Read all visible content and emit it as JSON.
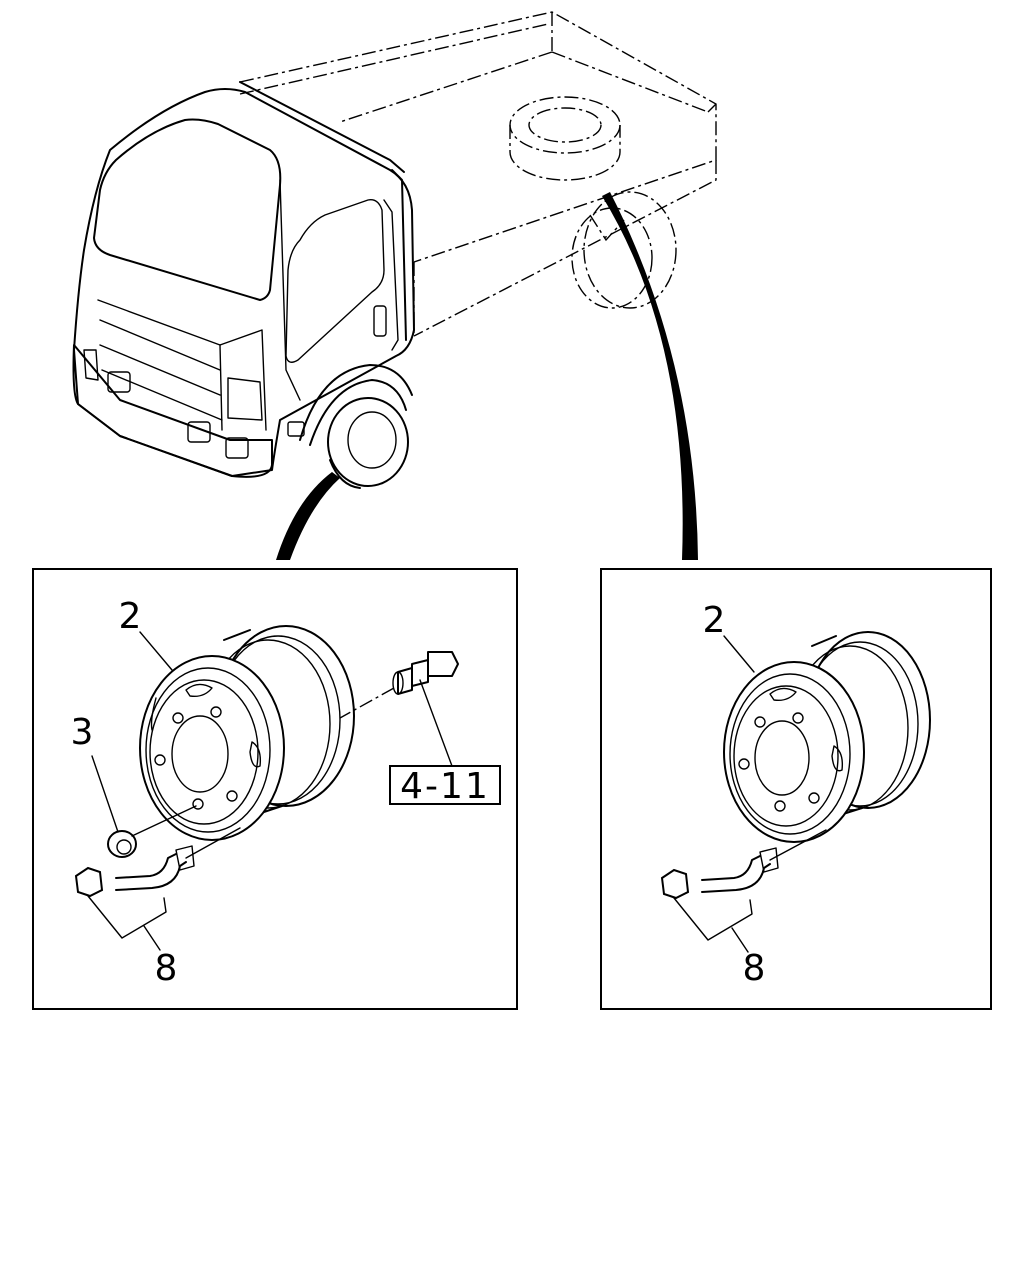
{
  "diagram": {
    "views": [
      {
        "id": "front-wheel",
        "callouts": {
          "rim": "2",
          "nut": "3",
          "valve": "8"
        },
        "reference_box": "4-11"
      },
      {
        "id": "rear-wheel",
        "callouts": {
          "rim": "2",
          "valve": "8"
        }
      }
    ]
  }
}
